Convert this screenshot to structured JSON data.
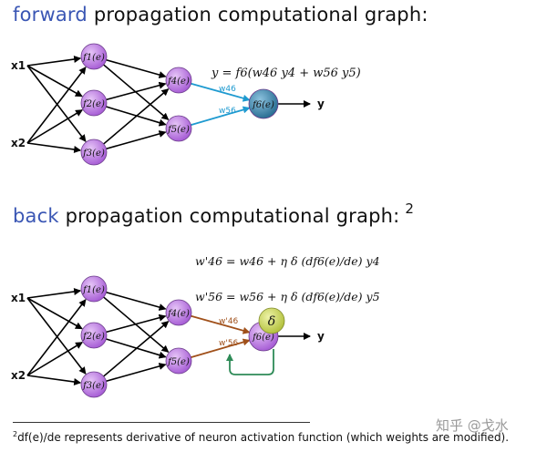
{
  "forward_title": {
    "highlight": "forward",
    "rest": "propagation computational graph:"
  },
  "back_title": {
    "highlight": "back",
    "rest": "propagation computational graph:",
    "footnote_mark": "2"
  },
  "node_labels": [
    "f1(e)",
    "f2(e)",
    "f3(e)",
    "f4(e)",
    "f5(e)",
    "f6(e)"
  ],
  "inputs": [
    "x1",
    "x2"
  ],
  "output": "y",
  "forward_equation": "y = f6(w46 y4 + w56 y5)",
  "forward_weights": [
    "w46",
    "w56"
  ],
  "back_weights": [
    "w'46",
    "w'56"
  ],
  "back_equation_1": "w'46 = w46 + η δ (df6(e)/de) y4",
  "back_equation_2": "w'56 = w56 + η δ (df6(e)/de) y5",
  "delta_symbol": "δ",
  "footnote": {
    "mark": "2",
    "text": "df(e)/de represents derivative of neuron activation function (which weights are modified)."
  },
  "watermark": "知乎 @戈水",
  "colors": {
    "highlight": "#3a56b4",
    "node": "#b267df",
    "output_node": "#3b7fa3",
    "delta_node": "#c2cf53",
    "forward_arrow": "#1e9ad0",
    "back_arrow": "#a0501a",
    "feedback_arrow": "#2e8b57"
  }
}
